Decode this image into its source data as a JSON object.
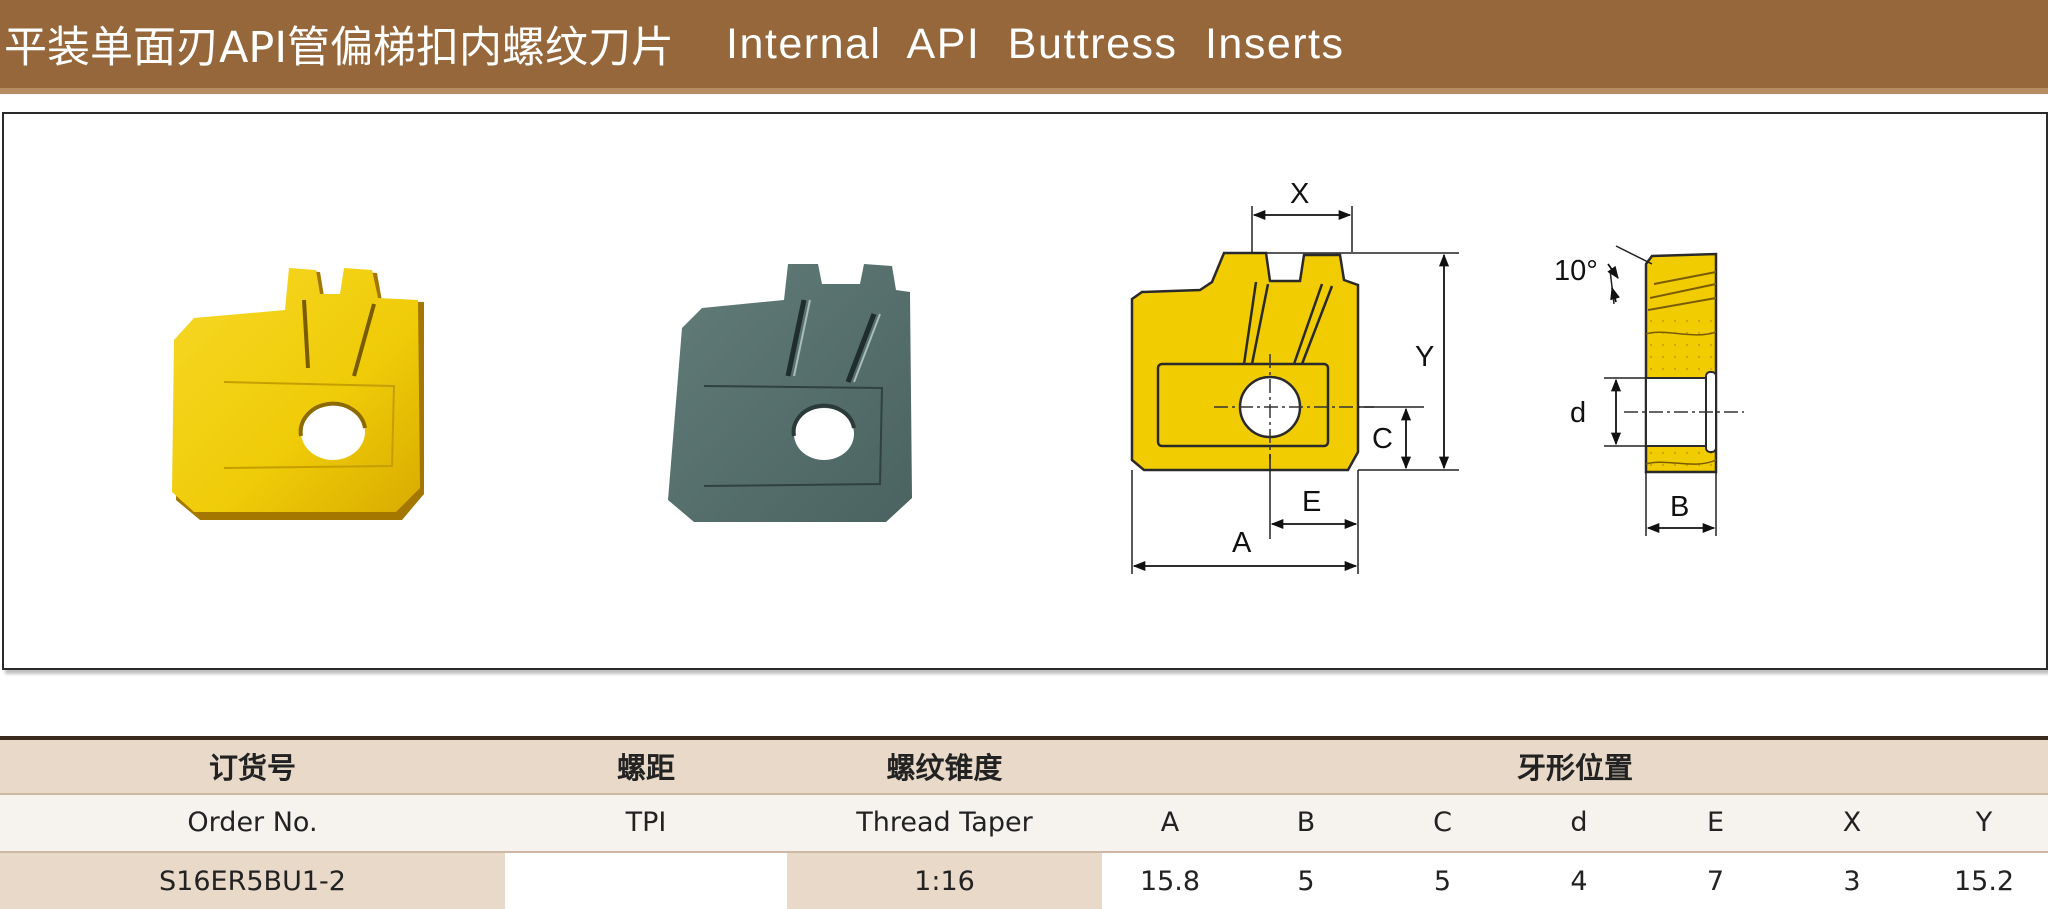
{
  "title": {
    "cn": "平装单面刃API管偏梯扣内螺纹刀片",
    "en": "Internal API Buttress Inserts"
  },
  "drawing": {
    "labels": {
      "x": "X",
      "y": "Y",
      "a": "A",
      "b": "B",
      "c": "C",
      "d": "d",
      "e": "E",
      "angle": "10°"
    },
    "colors": {
      "gold_insert": "#f1cc00",
      "gray_insert": "#56706d",
      "background": "#ffffff"
    }
  },
  "table": {
    "header_cn": {
      "order": "订货号",
      "tpi": "螺距",
      "taper": "螺纹锥度",
      "profile": "牙形位置"
    },
    "header_en": {
      "order": "Order No.",
      "tpi": "TPI",
      "taper": "Thread Taper",
      "cols": [
        "A",
        "B",
        "C",
        "d",
        "E",
        "X",
        "Y"
      ]
    },
    "row": {
      "order": "S16ER5BU1-2",
      "tpi": "",
      "taper": "1:16",
      "values": [
        "15.8",
        "5",
        "5",
        "4",
        "7",
        "3",
        "15.2"
      ]
    }
  },
  "colors": {
    "title_bar": "#95673a",
    "header_tan": "#e8d9c8",
    "header_light": "#f6f3ef"
  }
}
